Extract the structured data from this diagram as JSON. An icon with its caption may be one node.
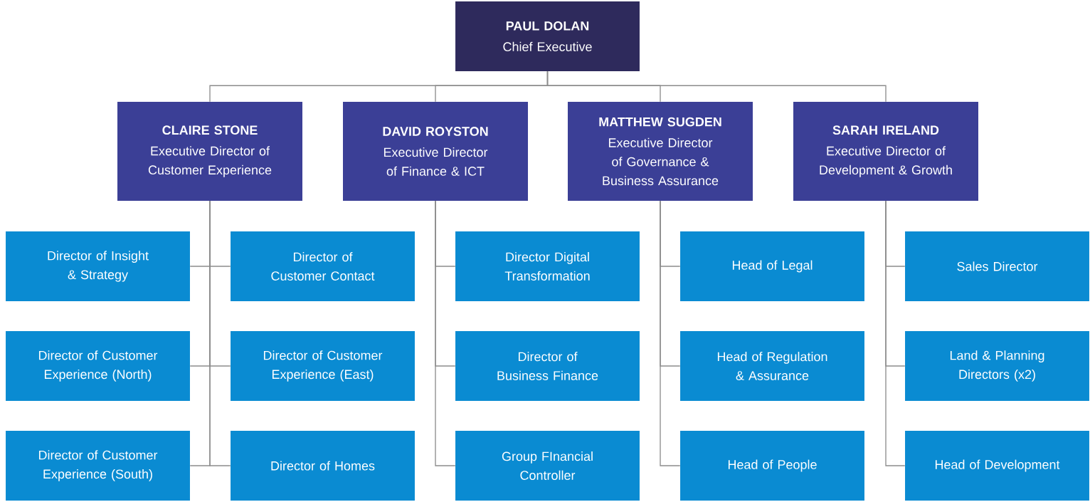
{
  "diagram": {
    "nodes": [
      {
        "text": [
          "PAUL DOLAN",
          "Chief Executive"
        ]
      },
      {
        "text": [
          "CLAIRE STONE",
          "Executive Director of Customer Experience"
        ]
      },
      {
        "text": [
          "DAVID ROYSTON",
          "Executive Director of Finance & ICT"
        ]
      },
      {
        "text": [
          "MATTHEW SUGDEN",
          "Executive Director of Governance & Business Assurance"
        ]
      },
      {
        "text": [
          "SARAH IRELAND",
          "Executive Director of Development & Growth"
        ]
      },
      {
        "text": [
          "Director of Insight & Strategy"
        ]
      },
      {
        "text": [
          "Director of Customer Contact"
        ]
      },
      {
        "text": [
          "Director of Customer Experience (North)"
        ]
      },
      {
        "text": [
          "Director of Customer Experience (East)"
        ]
      },
      {
        "text": [
          "Director of Customer Experience (South)"
        ]
      },
      {
        "text": [
          "Director of Homes"
        ]
      },
      {
        "text": [
          "Director Digital Transformation"
        ]
      },
      {
        "text": [
          "Director of Business Finance"
        ]
      },
      {
        "text": [
          "Group FInancial Controller"
        ]
      },
      {
        "text": [
          "Head of Legal"
        ]
      },
      {
        "text": [
          "Head of Regulation & Assurance"
        ]
      },
      {
        "text": [
          "Head of People"
        ]
      },
      {
        "text": [
          "Sales Director"
        ]
      },
      {
        "text": [
          "Land & Planning Directors (x2)"
        ]
      },
      {
        "text": [
          "Head of Development"
        ]
      }
    ],
    "edges": [
      {
        "from": 0,
        "to": 1,
        "arrow": "none"
      },
      {
        "from": 0,
        "to": 2,
        "arrow": "none"
      },
      {
        "from": 0,
        "to": 3,
        "arrow": "none"
      },
      {
        "from": 0,
        "to": 4,
        "arrow": "none"
      },
      {
        "from": 1,
        "to": 5,
        "arrow": "none"
      },
      {
        "from": 1,
        "to": 6,
        "arrow": "none"
      },
      {
        "from": 1,
        "to": 7,
        "arrow": "none"
      },
      {
        "from": 1,
        "to": 8,
        "arrow": "none"
      },
      {
        "from": 1,
        "to": 9,
        "arrow": "none"
      },
      {
        "from": 1,
        "to": 10,
        "arrow": "none"
      },
      {
        "from": 2,
        "to": 11,
        "arrow": "none"
      },
      {
        "from": 2,
        "to": 12,
        "arrow": "none"
      },
      {
        "from": 2,
        "to": 13,
        "arrow": "none"
      },
      {
        "from": 3,
        "to": 14,
        "arrow": "none"
      },
      {
        "from": 3,
        "to": 15,
        "arrow": "none"
      },
      {
        "from": 3,
        "to": 16,
        "arrow": "none"
      },
      {
        "from": 4,
        "to": 17,
        "arrow": "none"
      },
      {
        "from": 4,
        "to": 18,
        "arrow": "none"
      },
      {
        "from": 4,
        "to": 19,
        "arrow": "none"
      }
    ]
  }
}
